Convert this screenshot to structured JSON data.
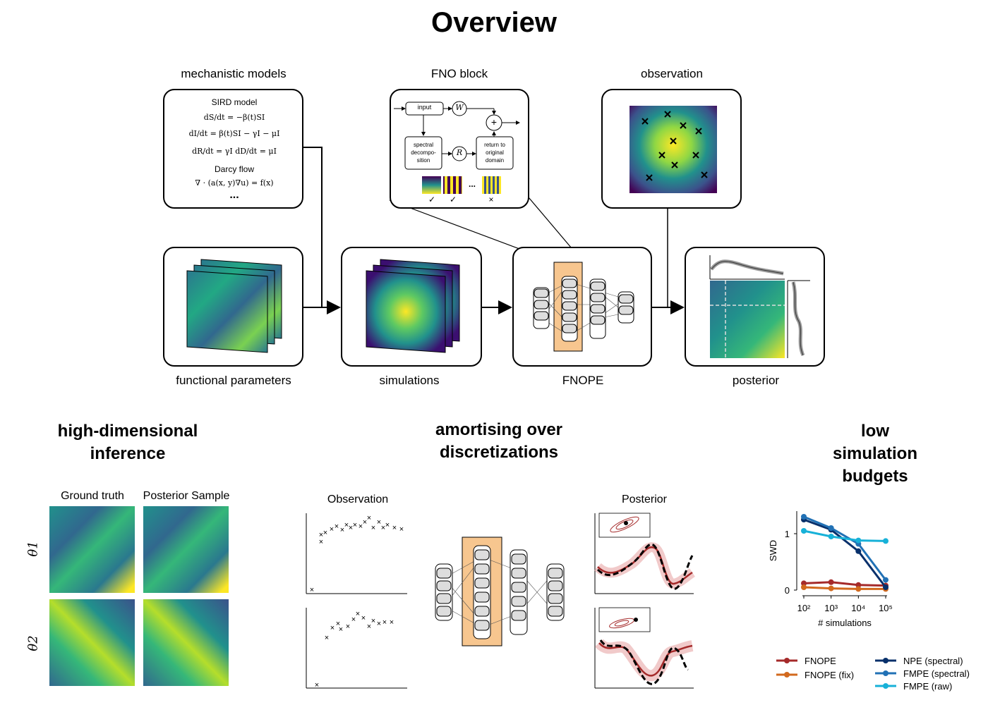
{
  "title": "Overview",
  "top": {
    "mechanistic_models": {
      "caption": "mechanistic models",
      "sird_title": "SIRD model",
      "eq1": "dS/dt = −β(t)SI",
      "eq2": "dI/dt = β(t)SI − γI − μI",
      "eq3": "dR/dt = γI   dD/dt = μI",
      "darcy_title": "Darcy flow",
      "eq4": "∇ · (a(x, y)∇u) = f(x)",
      "ellipsis": "..."
    },
    "fno_block": {
      "caption": "FNO block",
      "input": "input",
      "w": "W",
      "plus": "+",
      "spectral": "spectral decompo- sition",
      "r": "R",
      "return": "return to original domain",
      "ellipsis": "...",
      "check1": "✓",
      "check2": "✓",
      "cross": "×"
    },
    "observation": {
      "caption": "observation"
    },
    "functional_parameters": {
      "caption": "functional parameters"
    },
    "simulations": {
      "caption": "simulations"
    },
    "fnope": {
      "caption": "FNOPE"
    },
    "posterior": {
      "caption": "posterior"
    }
  },
  "bottom": {
    "high_dim": {
      "heading_line1": "high-dimensional",
      "heading_line2": "inference",
      "col1": "Ground truth",
      "col2": "Posterior Sample",
      "row1": "θ1",
      "row2": "θ2"
    },
    "amortising": {
      "heading_line1": "amortising over",
      "heading_line2": "discretizations",
      "observation_label": "Observation",
      "posterior_label": "Posterior"
    },
    "low_budget": {
      "heading_line1": "low simulation",
      "heading_line2": "budgets"
    }
  },
  "chart_data": {
    "type": "line",
    "xlabel": "# simulations",
    "ylabel": "SWD",
    "x": [
      100,
      1000,
      10000,
      100000
    ],
    "xticklabels": [
      "10²",
      "10³",
      "10⁴",
      "10⁵"
    ],
    "xscale": "log",
    "yticks": [
      0,
      1
    ],
    "ylim": [
      0,
      1.4
    ],
    "legend_placement": "bottom",
    "series": [
      {
        "name": "FNOPE",
        "color": "#a52a2a",
        "values": [
          0.12,
          0.14,
          0.09,
          0.08
        ]
      },
      {
        "name": "FNOPE (fix)",
        "color": "#d2691e",
        "values": [
          0.05,
          0.03,
          0.02,
          0.02
        ]
      },
      {
        "name": "NPE (spectral)",
        "color": "#08306b",
        "values": [
          1.25,
          1.07,
          0.69,
          0.05
        ]
      },
      {
        "name": "FMPE (spectral)",
        "color": "#2171b5",
        "values": [
          1.3,
          1.1,
          0.82,
          0.18
        ]
      },
      {
        "name": "FMPE (raw)",
        "color": "#17b1d8",
        "values": [
          1.05,
          0.95,
          0.88,
          0.87
        ]
      }
    ]
  }
}
